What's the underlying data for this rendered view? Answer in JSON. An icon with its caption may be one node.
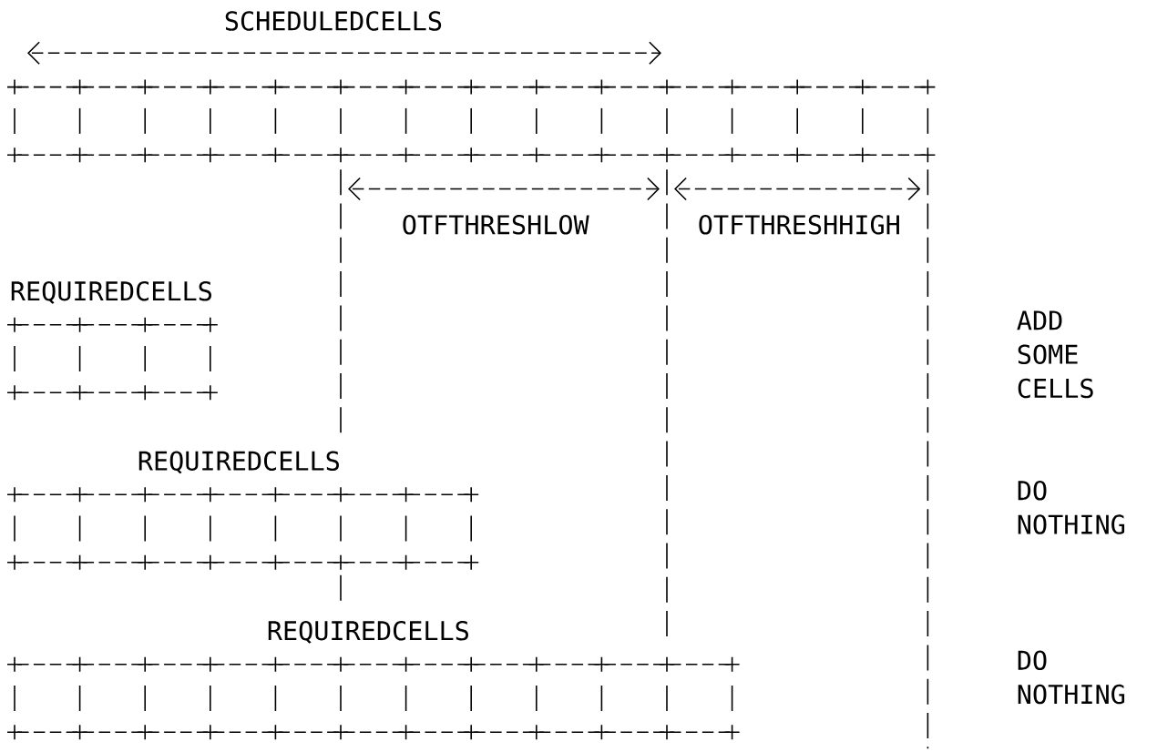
{
  "diagram": {
    "nodes": [
      {
        "text": [
          "SCHEDULEDCELLS"
        ]
      },
      {
        "text": [
          "REQUIREDCELLS"
        ]
      },
      {
        "text": [
          "REQUIREDCELLS"
        ]
      },
      {
        "text": [
          "REQUIREDCELLS"
        ]
      }
    ],
    "labels": [
      "OTFTHRESHLOW",
      "OTFTHRESHHIGH",
      "ADD SOME CELLS",
      "DO NOTHING",
      "DO NOTHING"
    ]
  }
}
